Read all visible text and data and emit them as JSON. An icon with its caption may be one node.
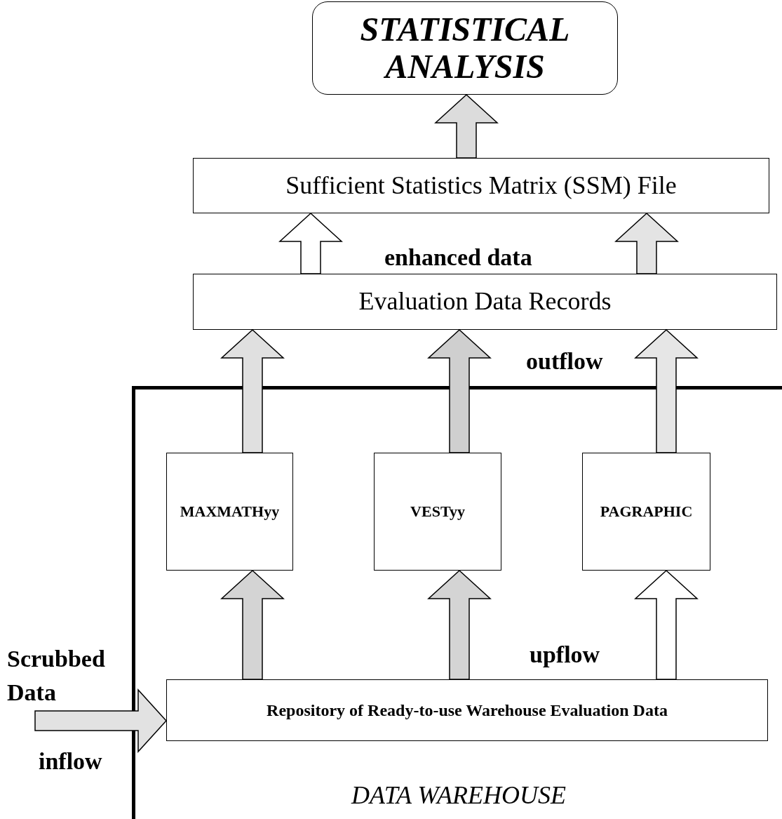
{
  "diagram": {
    "nodes": [
      {
        "text": [
          "STATISTICAL ANALYSIS"
        ]
      },
      {
        "text": [
          "Sufficient Statistics Matrix (SSM) File"
        ]
      },
      {
        "text": [
          "Evaluation Data Records"
        ]
      },
      {
        "text": [
          "DATA WAREHOUSE"
        ]
      },
      {
        "text": [
          "MAXMATHyy"
        ],
        "in": 3
      },
      {
        "text": [
          "VESTyy"
        ],
        "in": 3
      },
      {
        "text": [
          "PAGRAPHIC"
        ],
        "in": 3
      },
      {
        "text": [
          "Repository of Ready-to-use Warehouse Evaluation Data"
        ],
        "in": 3
      }
    ],
    "edges": [
      {
        "from": 1,
        "to": 0,
        "arrow": "to"
      },
      {
        "from": 2,
        "to": 1,
        "arrow": "to"
      },
      {
        "from": 2,
        "to": 1,
        "arrow": "to"
      },
      {
        "from": 4,
        "to": 2,
        "arrow": "to"
      },
      {
        "from": 5,
        "to": 2,
        "arrow": "to"
      },
      {
        "from": 6,
        "to": 2,
        "arrow": "to"
      },
      {
        "from": 7,
        "to": 4,
        "arrow": "to"
      },
      {
        "from": 7,
        "to": 5,
        "arrow": "to"
      },
      {
        "from": 7,
        "to": 6,
        "arrow": "to"
      },
      {
        "from": null,
        "to": 7,
        "arrow": "to"
      }
    ],
    "labels": [
      "enhanced data",
      "outflow",
      "upflow",
      "Scrubbed Data",
      "inflow"
    ]
  }
}
